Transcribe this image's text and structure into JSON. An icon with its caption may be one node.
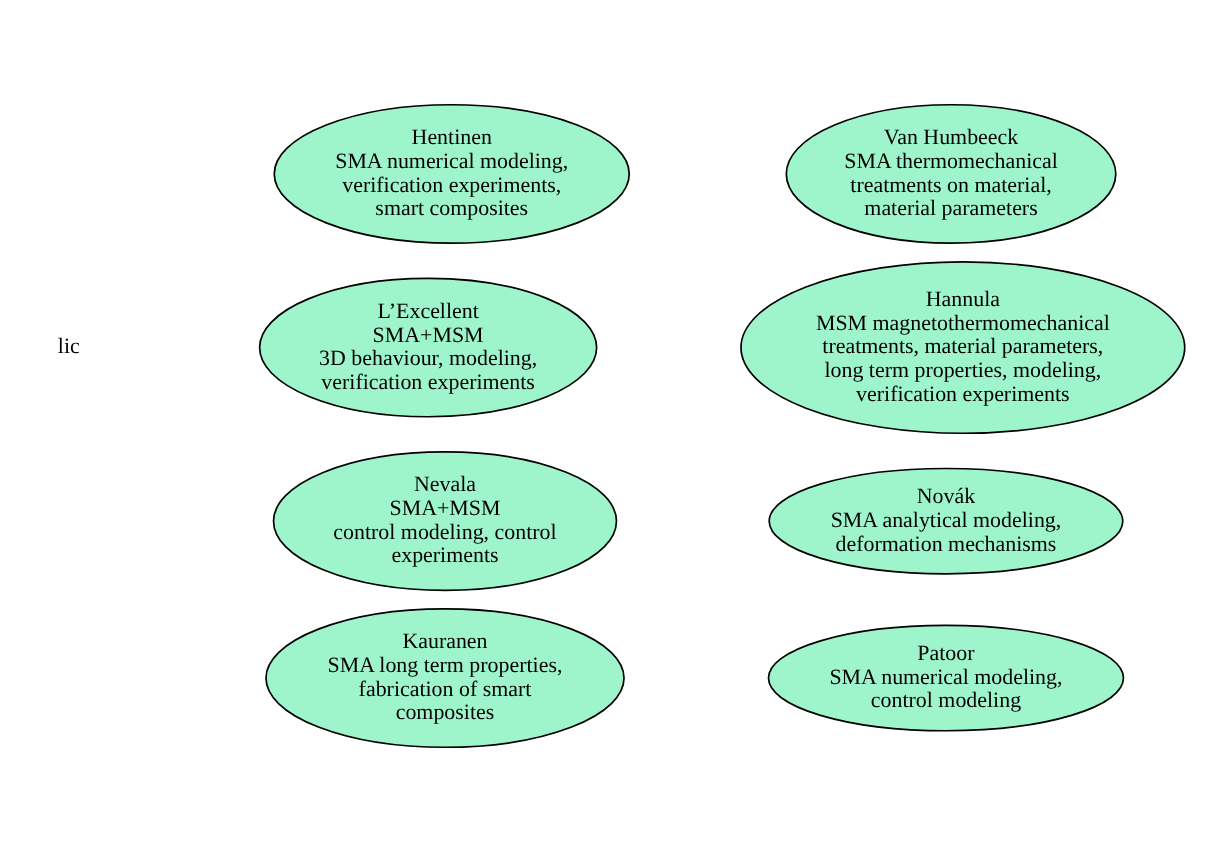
{
  "diagram": {
    "nodes": [
      {
        "text": [
          "Hentinen",
          "SMA numerical modeling, verification experiments, smart composites"
        ]
      },
      {
        "text": [
          "Van Humbeeck",
          "SMA thermomechanical treatments on material, material parameters"
        ]
      },
      {
        "text": [
          "L’Excellent",
          "SMA+MSM",
          "3D behaviour, modeling, verification experiments"
        ]
      },
      {
        "text": [
          "Hannula",
          "MSM magnetothermomechanical treatments, material parameters, long term properties, modeling, verification experiments"
        ]
      },
      {
        "text": [
          "Nevala",
          "SMA+MSM",
          "control modeling, control experiments"
        ]
      },
      {
        "text": [
          "Novák",
          "SMA analytical modeling, deformation mechanisms"
        ]
      },
      {
        "text": [
          "Kauranen",
          "SMA long term properties, fabrication of smart composites"
        ]
      },
      {
        "text": [
          "Patoor",
          "SMA numerical modeling, control modeling"
        ]
      }
    ],
    "labels": [
      "lic"
    ]
  }
}
